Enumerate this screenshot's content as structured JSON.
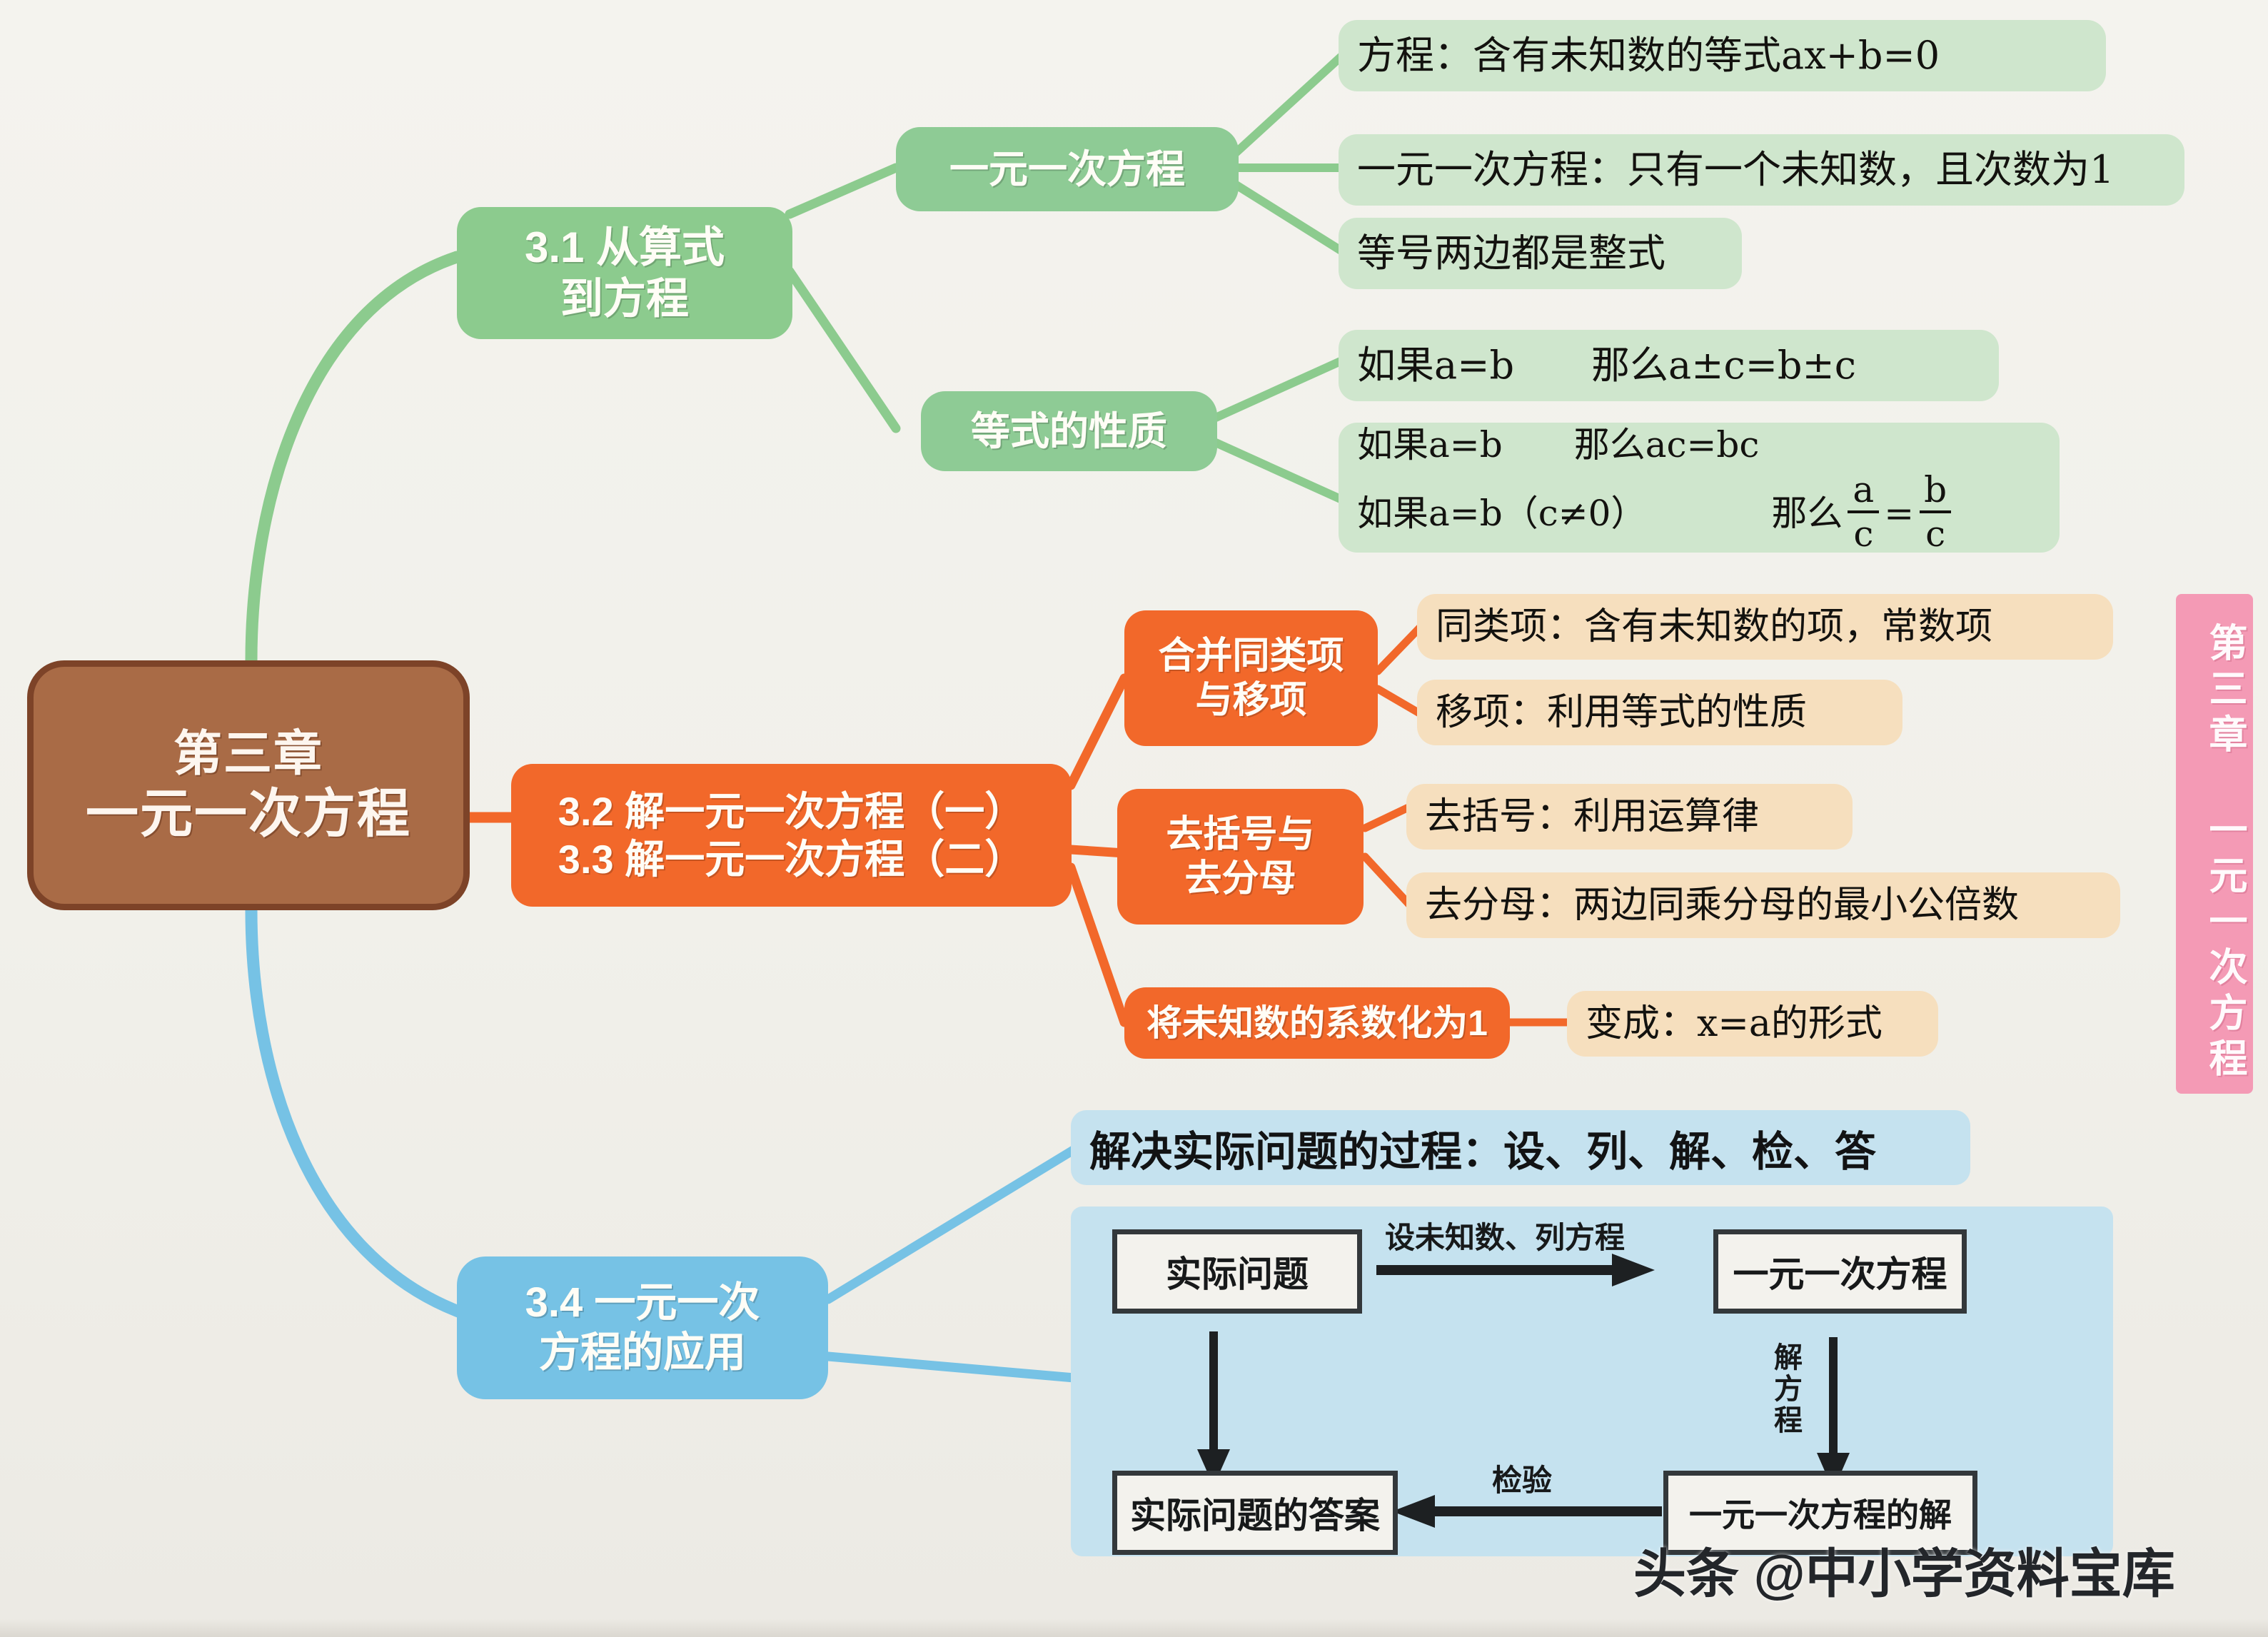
{
  "central": {
    "line1": "第三章",
    "line2": "一元一次方程"
  },
  "side_tab": {
    "text": "第三章 一元一次方程"
  },
  "watermark": {
    "text": "头条 @中小学资料宝库"
  },
  "branches": [
    {
      "id": "branch-3-1",
      "color": "#8ccb8e",
      "title_line1": "3.1 从算式",
      "title_line2": "到方程",
      "groups": [
        {
          "id": "group-linear-equation",
          "label": "一元一次方程",
          "leaves": [
            {
              "text": "方程：含有未知数的等式ax+b=0"
            },
            {
              "text": "一元一次方程：只有一个未知数，且次数为1"
            },
            {
              "text": "等号两边都是整式"
            }
          ]
        },
        {
          "id": "group-equation-properties",
          "label": "等式的性质",
          "leaves": [
            {
              "text": "如果a=b　　那么a±c=b±c"
            },
            {
              "line1": "如果a=b　　那么ac=bc",
              "line2_prefix": "如果a=b（c≠0）　　　　那么",
              "frac_left_num": "a",
              "frac_left_den": "c",
              "frac_eq": "=",
              "frac_right_num": "b",
              "frac_right_den": "c"
            }
          ]
        }
      ]
    },
    {
      "id": "branch-3-2-3-3",
      "color": "#f2682a",
      "title_line1": "3.2 解一元一次方程（一）",
      "title_line2": "3.3 解一元一次方程（二）",
      "groups": [
        {
          "id": "group-combine-like-terms",
          "label_line1": "合并同类项",
          "label_line2": "与移项",
          "leaves": [
            {
              "text": "同类项：含有未知数的项，常数项"
            },
            {
              "text": "移项：利用等式的性质"
            }
          ]
        },
        {
          "id": "group-remove-brackets",
          "label_line1": "去括号与",
          "label_line2": "去分母",
          "leaves": [
            {
              "text": "去括号：利用运算律"
            },
            {
              "text": "去分母：两边同乘分母的最小公倍数"
            }
          ]
        },
        {
          "id": "group-coefficient-to-one",
          "label_line1": "将未知数的系数化为1",
          "leaves": [
            {
              "text": "变成：x=a的形式"
            }
          ]
        }
      ]
    },
    {
      "id": "branch-3-4",
      "color": "#76c2e5",
      "title_line1": "3.4 一元一次",
      "title_line2": "方程的应用",
      "headline": "解决实际问题的过程：设、列、解、检、答",
      "flowchart": {
        "boxes": [
          {
            "id": "flow-box-real-problem",
            "text": "实际问题"
          },
          {
            "id": "flow-box-linear-equation",
            "text": "一元一次方程"
          },
          {
            "id": "flow-box-answer",
            "text": "实际问题的答案"
          },
          {
            "id": "flow-box-solution",
            "text": "一元一次方程的解"
          }
        ],
        "edge_labels": [
          {
            "id": "flow-label-set-list",
            "text": "设未知数、列方程"
          },
          {
            "id": "flow-label-solve",
            "text": "解方程"
          },
          {
            "id": "flow-label-check",
            "text": "检验"
          }
        ]
      }
    }
  ]
}
